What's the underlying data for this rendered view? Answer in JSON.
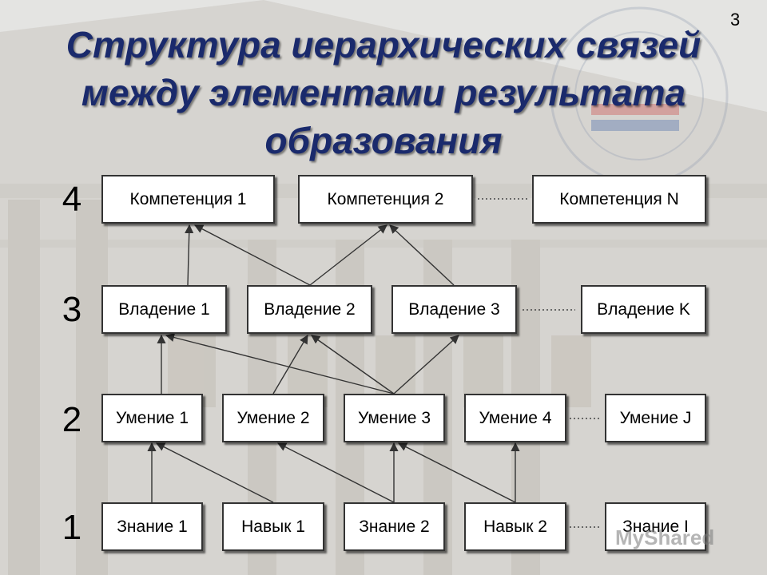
{
  "slide": {
    "page_number": "3",
    "title_lines": [
      "Структура иерархических связей",
      "между элементами результата",
      "образования"
    ],
    "watermark": "MyShared"
  },
  "levels": {
    "l4": "4",
    "l3": "3",
    "l2": "2",
    "l1": "1"
  },
  "nodes": {
    "komp1": "Компетенция 1",
    "komp2": "Компетенция 2",
    "kompN": "Компетенция N",
    "vlad1": "Владение 1",
    "vlad2": "Владение 2",
    "vlad3": "Владение 3",
    "vladK": "Владение K",
    "um1": "Умение 1",
    "um2": "Умение 2",
    "um3": "Умение 3",
    "um4": "Умение 4",
    "umJ": "Умение J",
    "zn1": "Знание 1",
    "nav1": "Навык 1",
    "zn2": "Знание 2",
    "nav2": "Навык 2",
    "znI": "Знание I"
  }
}
